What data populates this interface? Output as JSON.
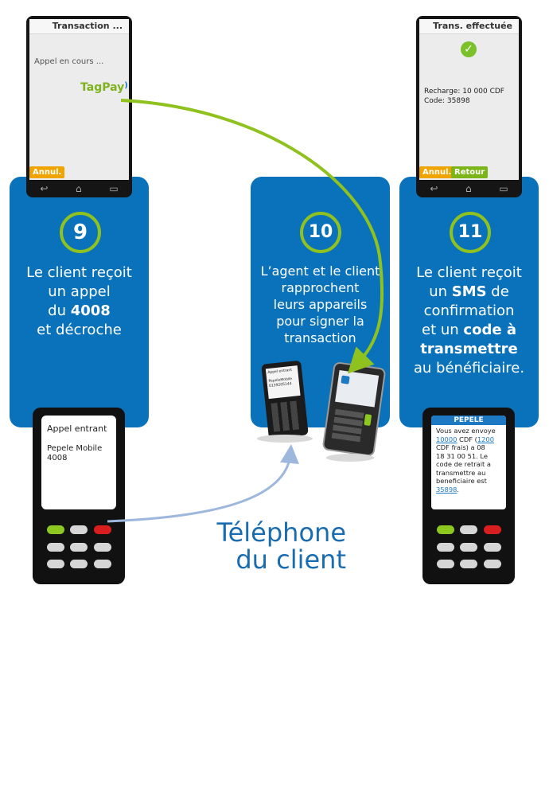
{
  "steps": [
    {
      "number": "9",
      "line1": "Le client reçoit",
      "line2": "un appel",
      "line3a": "du ",
      "line3b": "4008",
      "line4": "et décroche"
    },
    {
      "number": "10",
      "line1": "L’agent et le client",
      "line2": "rapprochent",
      "line3": "leurs appareils",
      "line4": "pour signer la",
      "line5": "transaction"
    },
    {
      "number": "11",
      "line1": "Le client reçoit",
      "line2a": "un ",
      "line2b": "SMS",
      "line2c": " de",
      "line3": "confirmation",
      "line4a": "et un ",
      "line4b": "code à",
      "line5": "transmettre",
      "line6": "au bénéficiaire."
    }
  ],
  "phone_left_top": {
    "status": "Transaction ...",
    "message": "Appel en cours ...",
    "logo": "TagPay",
    "cancel": "Annul."
  },
  "phone_right_top": {
    "status": "Trans. effectuée",
    "line1": "Recharge: 10 000 CDF",
    "line2": "Code: 35898",
    "cancel": "Annul.",
    "back": "Retour"
  },
  "phone_left_bottom": {
    "title": "Appel entrant",
    "caller1": "Pepele Mobile",
    "caller2": "4008"
  },
  "phone_right_bottom": {
    "header": "PEPELE",
    "t1": "Vous avez envoye",
    "amount": "10000",
    "t2": " CDF (",
    "fee": "1200",
    "t3": "CDF frais) a 08",
    "t4": "18 31 00 51. Le",
    "t5": "code de retrait a",
    "t6": "transmettre au",
    "t7": "beneficiaire est",
    "code": "35898",
    "t8": "."
  },
  "mini_phone": {
    "title": "Appel entrant",
    "caller1": "PepeleMobile",
    "caller2": "0139205144"
  },
  "caption": {
    "line1": "Téléphone",
    "line2": "du client"
  },
  "colors": {
    "panel_blue": "#0a72bb",
    "accent_green": "#8fc11f",
    "arrow_blue": "#9db7dd",
    "caption_blue": "#1a6cb0"
  }
}
